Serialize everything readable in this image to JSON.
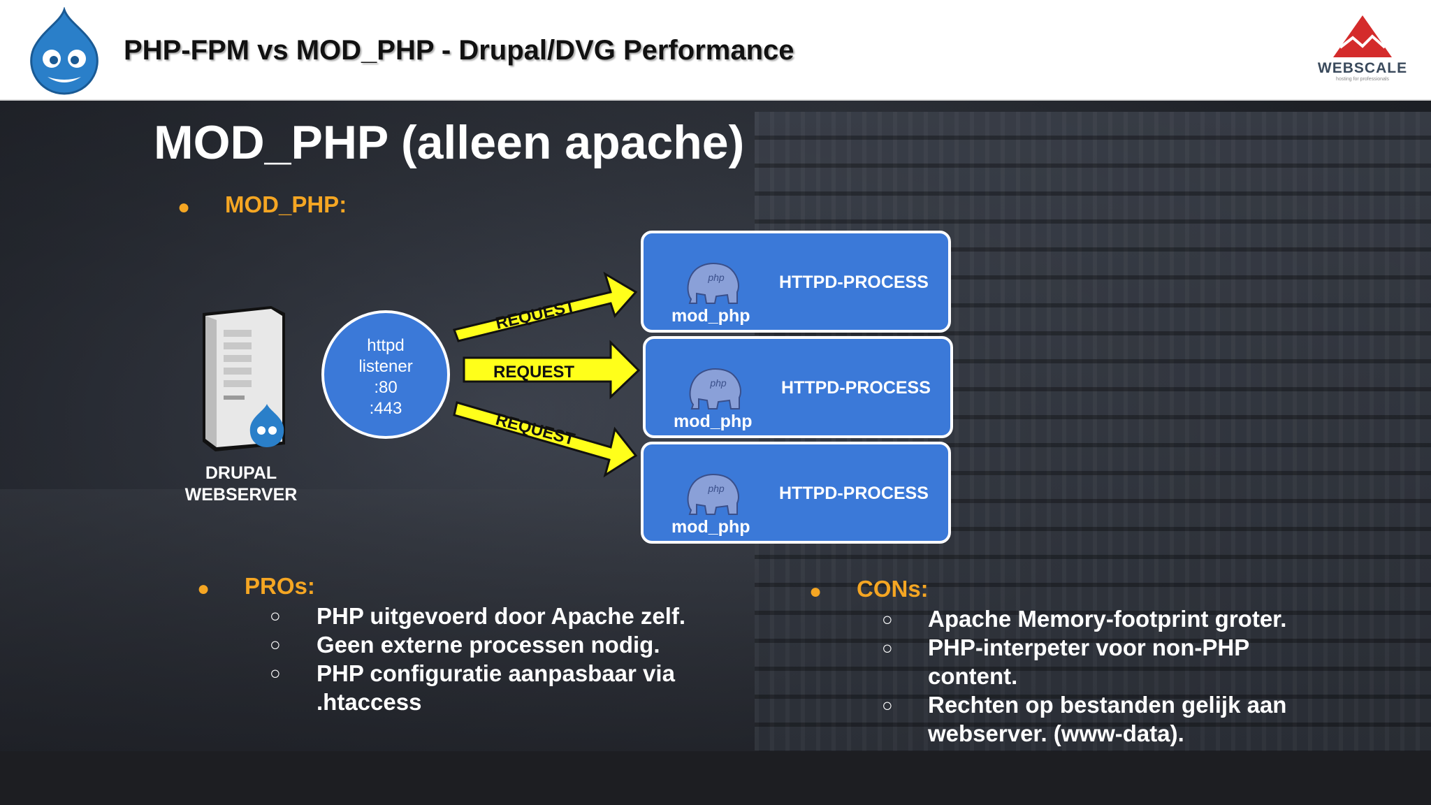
{
  "header": {
    "title": "PHP-FPM vs MOD_PHP - Drupal/DVG Performance",
    "logo_right": {
      "name": "WEBSCALE",
      "tagline": "hosting for professionals"
    }
  },
  "slide": {
    "title": "MOD_PHP (alleen apache)",
    "bullet_main": "MOD_PHP:",
    "bullet_glyph": "●",
    "sub_glyph": "○"
  },
  "diagram": {
    "server_label_line1": "DRUPAL",
    "server_label_line2": "WEBSERVER",
    "listener": [
      "httpd",
      "listener",
      ":80",
      ":443"
    ],
    "request_label": "REQUEST",
    "processes": [
      {
        "label": "HTTPD-PROCESS",
        "module": "mod_php"
      },
      {
        "label": "HTTPD-PROCESS",
        "module": "mod_php"
      },
      {
        "label": "HTTPD-PROCESS",
        "module": "mod_php"
      }
    ],
    "colors": {
      "box": "#3b79d8",
      "arrow": "#ffff1a",
      "accent": "#f5a623"
    }
  },
  "pros": {
    "heading": "PROs:",
    "items": [
      "PHP uitgevoerd door Apache zelf.",
      "Geen externe processen nodig.",
      "PHP configuratie aanpasbaar via",
      ".htaccess"
    ]
  },
  "cons": {
    "heading": "CONs:",
    "items": [
      "Apache Memory-footprint groter.",
      "PHP-interpeter voor non-PHP",
      "content.",
      "Rechten op bestanden gelijk aan",
      "webserver. (www-data)."
    ]
  }
}
